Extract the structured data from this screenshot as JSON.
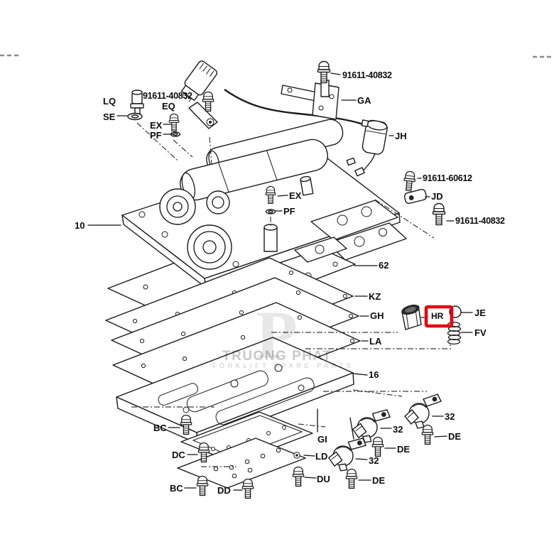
{
  "diagram": {
    "type": "exploded-parts-diagram",
    "subject": "transmission-control-valve-body-assembly",
    "highlight_color": "#e8000f",
    "line_color": "#1a1a1a"
  },
  "labels": {
    "lq": "LQ",
    "pn_40832_top_left": "91611-40832",
    "eq": "EQ",
    "se": "SE",
    "ex_left": "EX",
    "pf_left": "PF",
    "pn_40832_top_right": "91611-40832",
    "ga": "GA",
    "jh": "JH",
    "pn_60612": "91611-60612",
    "jd": "JD",
    "pn_40832_right": "91611-40832",
    "body_10": "10",
    "ex_mid": "EX",
    "pf_mid": "PF",
    "gasket_62": "62",
    "kz": "KZ",
    "gh": "GH",
    "hr": "HR",
    "je": "JE",
    "fv": "FV",
    "la": "LA",
    "body_16": "16",
    "bc_upper": "BC",
    "dc": "DC",
    "bc_lower": "BC",
    "dd": "DD",
    "gi": "GI",
    "ld": "LD",
    "du": "DU",
    "sol_32_right": "32",
    "sol_32_mid": "32",
    "sol_32_left": "32",
    "de_right": "DE",
    "de_mid": "DE",
    "de_left": "DE"
  },
  "watermark": {
    "brand": "TRUONG PHAT",
    "subtitle": "FORKLIFT SPARE PARTS",
    "logo_letter": "P"
  }
}
